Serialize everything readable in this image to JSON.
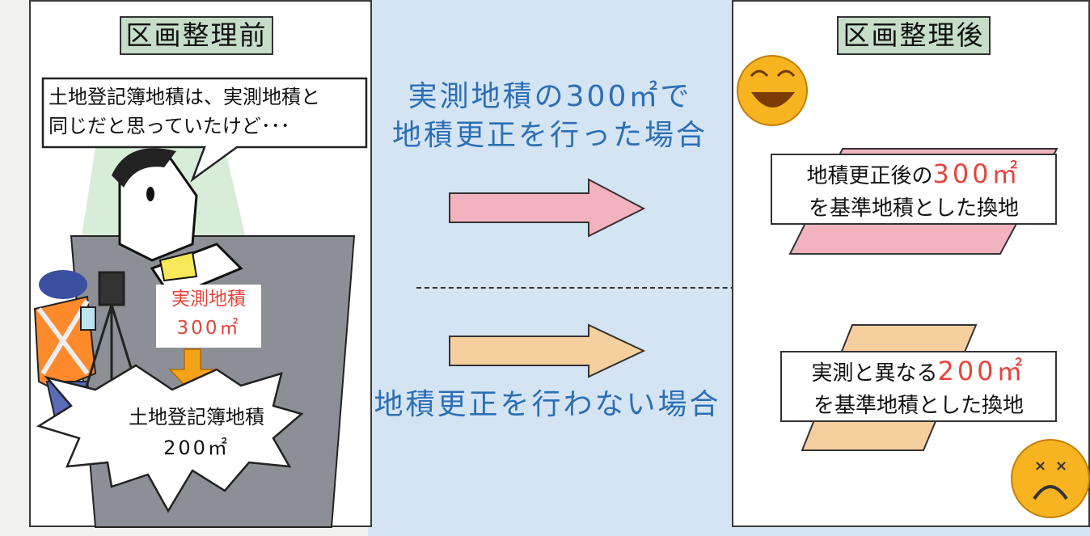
{
  "before": {
    "title": "区画整理前",
    "speech_line1": "土地登記簿地積は、実測地積と",
    "speech_line2": "同じだと思っていたけど･･･",
    "survey_label": "実測地積",
    "survey_value": "300㎡",
    "registry_label": "土地登記簿地積",
    "registry_value": "200㎡"
  },
  "middle": {
    "case1_line1": "実測地積の300㎡で",
    "case1_line2": "地積更正を行った場合",
    "case2": "地積更正を行わない場合"
  },
  "after": {
    "title": "区画整理後",
    "box1_prefix": "地積更正後の",
    "box1_value": "300㎡",
    "box1_line2": "を基準地積とした換地",
    "box2_prefix": "実測と異なる",
    "box2_value": "200㎡",
    "box2_line2": "を基準地積とした換地"
  },
  "colors": {
    "pink": "#f2b3bf",
    "peach": "#f6cf9f",
    "title_green": "#c6ddc9",
    "blue_text": "#2b6fb5",
    "red_text": "#e5453b"
  }
}
